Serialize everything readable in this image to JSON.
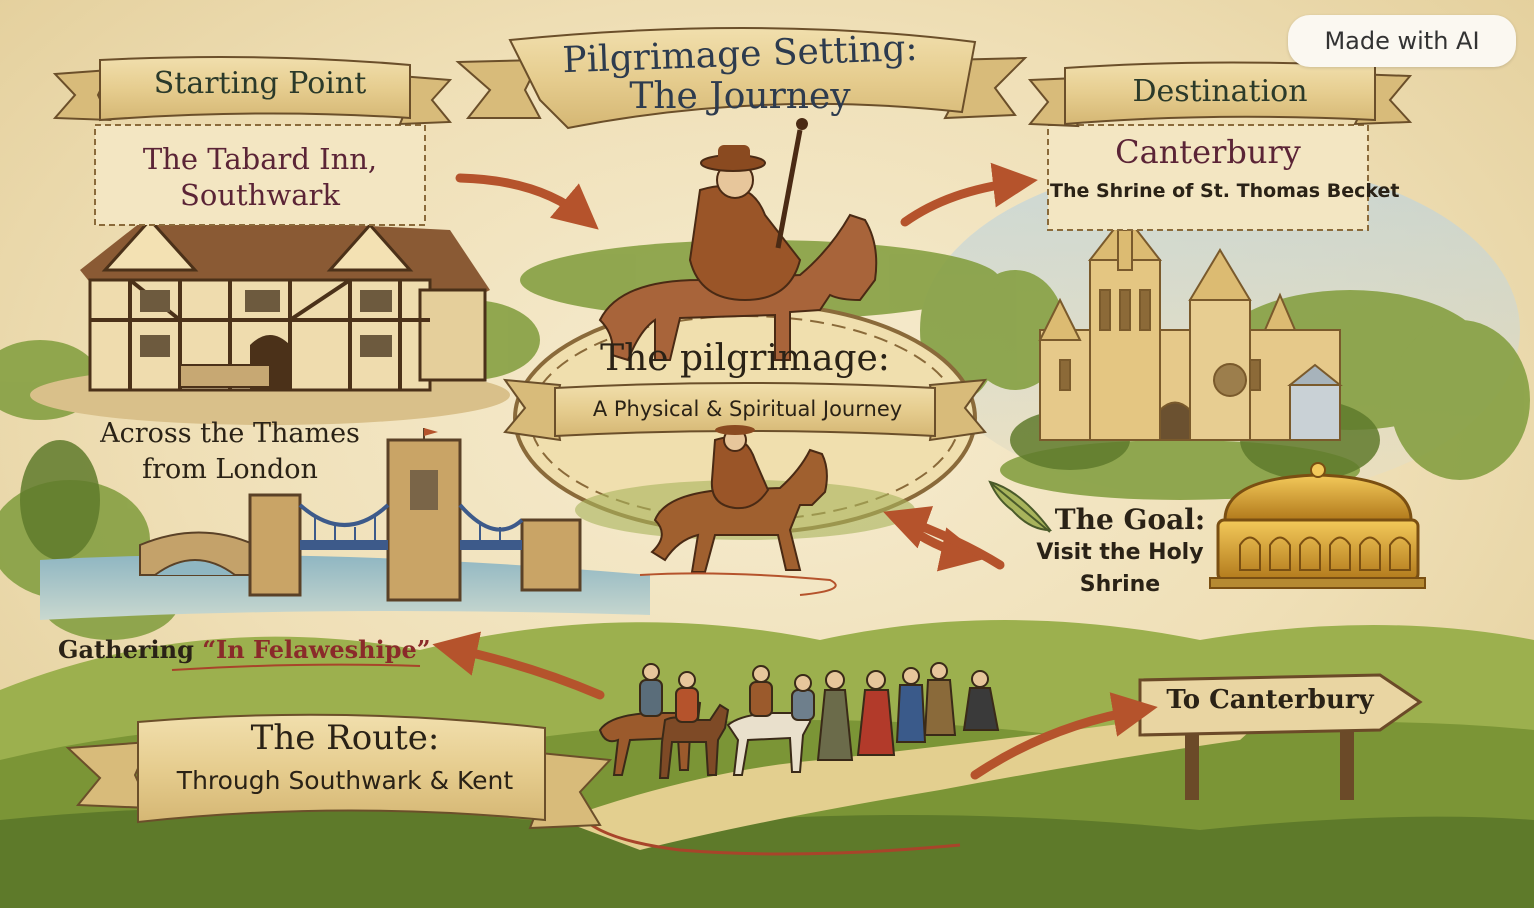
{
  "title": {
    "line1": "Pilgrimage Setting:",
    "line2": "The Journey"
  },
  "badge": "Made with AI",
  "start": {
    "heading": "Starting Point",
    "place_line1": "The Tabard Inn,",
    "place_line2": "Southwark"
  },
  "destination": {
    "heading": "Destination",
    "place": "Canterbury",
    "subtitle": "The Shrine of St. Thomas Becket"
  },
  "center": {
    "heading": "The pilgrimage:",
    "subtitle": "A Physical & Spiritual Journey"
  },
  "thames": {
    "line1": "Across the Thames",
    "line2": "from London"
  },
  "goal": {
    "line1": "The Goal:",
    "line2": "Visit the Holy",
    "line3": "Shrine"
  },
  "gathering": {
    "prefix": "Gathering ",
    "quote": "“In Felaweshipe”"
  },
  "route": {
    "heading": "The Route:",
    "subtitle": "Through Southwark & Kent"
  },
  "signpost": "To Canterbury",
  "colors": {
    "parchment": "#efe2bd",
    "banner": "#e9d29a",
    "arrow": "#b5532c",
    "foliage": "#7f9a3c",
    "maroon_text": "#5b2436"
  }
}
